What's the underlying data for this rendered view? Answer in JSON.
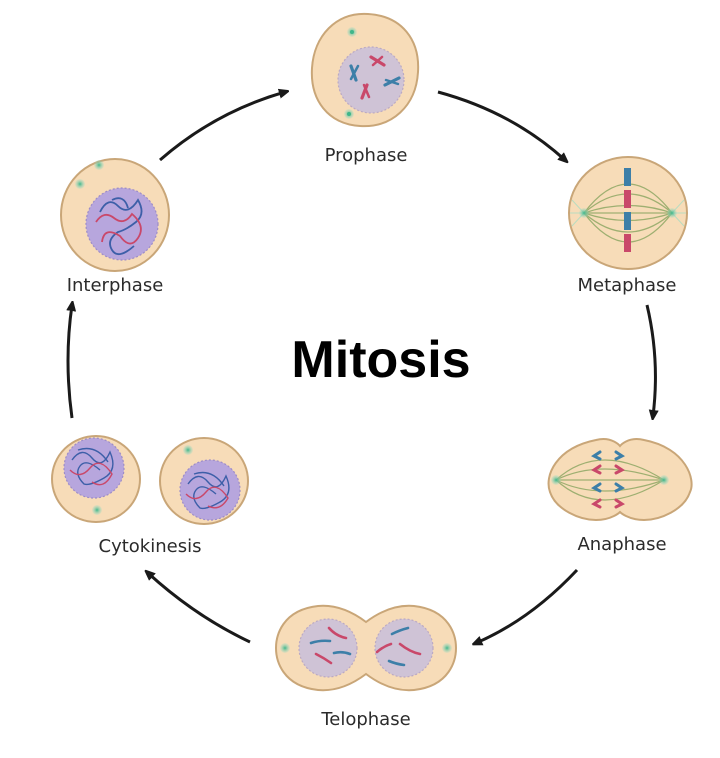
{
  "title": "Mitosis",
  "stages": [
    {
      "id": "prophase",
      "label": "Prophase"
    },
    {
      "id": "metaphase",
      "label": "Metaphase"
    },
    {
      "id": "anaphase",
      "label": "Anaphase"
    },
    {
      "id": "telophase",
      "label": "Telophase"
    },
    {
      "id": "cytokinesis",
      "label": "Cytokinesis"
    },
    {
      "id": "interphase",
      "label": "Interphase"
    }
  ],
  "cycle_order": [
    "Interphase",
    "Prophase",
    "Metaphase",
    "Anaphase",
    "Telophase",
    "Cytokinesis",
    "Interphase"
  ],
  "colors": {
    "cytoplasm": "#f7dcb8",
    "membrane": "#c9a678",
    "nucleus": "#cfc3d6",
    "nucleus_interphase": "#b7a6dd",
    "chromosome_red": "#c9486a",
    "chromosome_blue": "#3d7fa8",
    "centrosome": "#5bbf9a",
    "spindle": "#8fa865",
    "arrow": "#1a1a1a"
  }
}
